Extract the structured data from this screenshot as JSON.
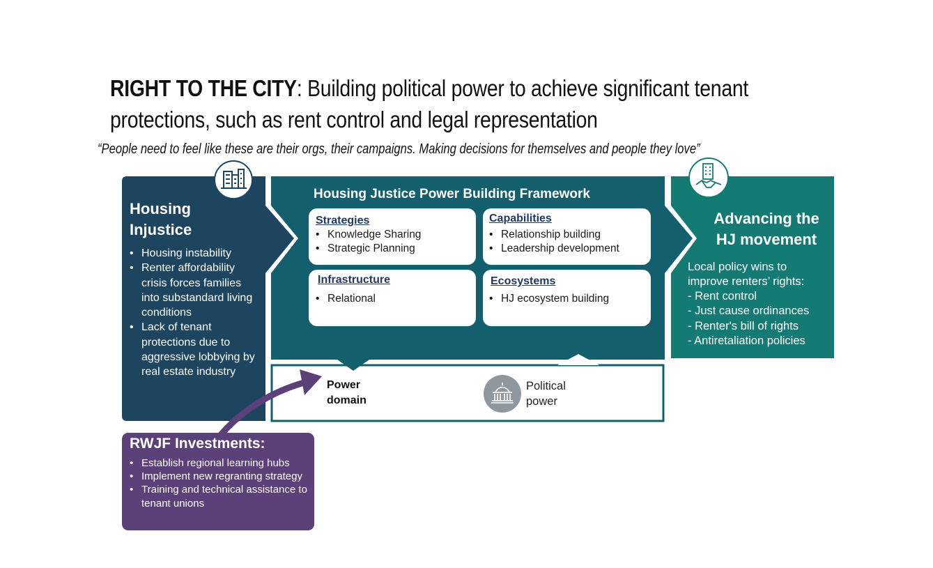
{
  "header": {
    "title_bold": "RIGHT TO THE CITY",
    "title_rest": ": Building political power to achieve significant tenant protections, such as rent control and legal representation",
    "quote": "“People need to feel like these are their orgs, their campaigns. Making decisions for themselves and people they love”"
  },
  "left_panel": {
    "title_line1": "Housing",
    "title_line2": "Injustice",
    "icon": "buildings-icon",
    "items": [
      "Housing instability",
      "Renter affordability crisis forces families into substandard living conditions",
      "Lack of tenant protections due to aggressive lobbying by real estate industry"
    ]
  },
  "framework": {
    "title": "Housing Justice Power Building Framework",
    "cards": [
      {
        "title": "Strategies",
        "items": [
          "Knowledge Sharing",
          "Strategic Planning"
        ]
      },
      {
        "title": "Capabilities",
        "items": [
          "Relationship building",
          "Leadership development"
        ]
      },
      {
        "title": "Infrastructure",
        "items": [
          "Relational"
        ]
      },
      {
        "title": "Ecosystems",
        "items": [
          "HJ ecosystem building"
        ]
      }
    ]
  },
  "right_panel": {
    "title_line1": "Advancing the",
    "title_line2": "HJ movement",
    "icon": "handshake-building-icon",
    "intro": "Local policy wins to improve renters’ rights:",
    "items": [
      "- Rent control",
      "- Just cause ordinances",
      "- Renter's bill of rights",
      "- Antiretaliation policies"
    ]
  },
  "power_box": {
    "power_domain_line1": "Power",
    "power_domain_line2": "domain",
    "political_line1": "Political",
    "political_line2": "power",
    "icon": "capitol-building-icon"
  },
  "investments": {
    "title": "RWJF Investments:",
    "items": [
      "Establish regional learning hubs",
      "Implement new regranting strategy",
      "Training and technical assistance to tenant unions"
    ]
  },
  "colors": {
    "dark_navy": "#1d4560",
    "teal_dark": "#135f6e",
    "teal": "#137b73",
    "purple": "#5b4079",
    "card_title": "#1f3864"
  }
}
